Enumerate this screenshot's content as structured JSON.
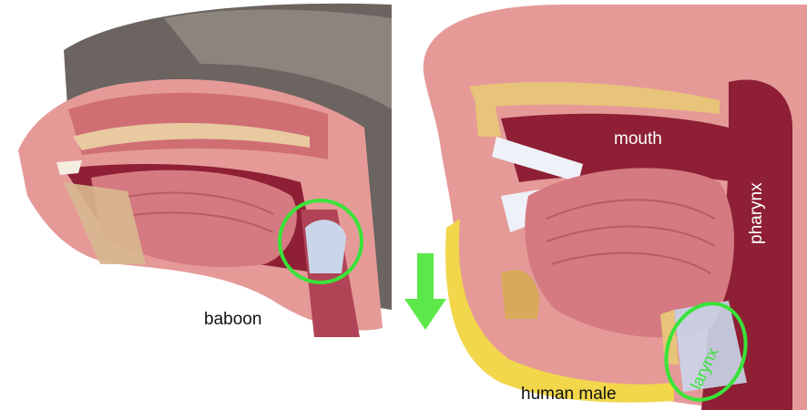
{
  "labels": {
    "baboon": "baboon",
    "human": "human male",
    "mouth": "mouth",
    "pharynx": "pharynx",
    "larynx": "larynx"
  },
  "colors": {
    "highlight": "#39e339",
    "arrow": "#5de84a",
    "tissue": "#e59a98",
    "muscle": "#c96a73",
    "cavity": "#8e1f34",
    "bone": "#e8c37a",
    "fat": "#f2d64b",
    "fur": "#6b6460"
  },
  "icons": {
    "arrow": "down-arrow-icon"
  }
}
